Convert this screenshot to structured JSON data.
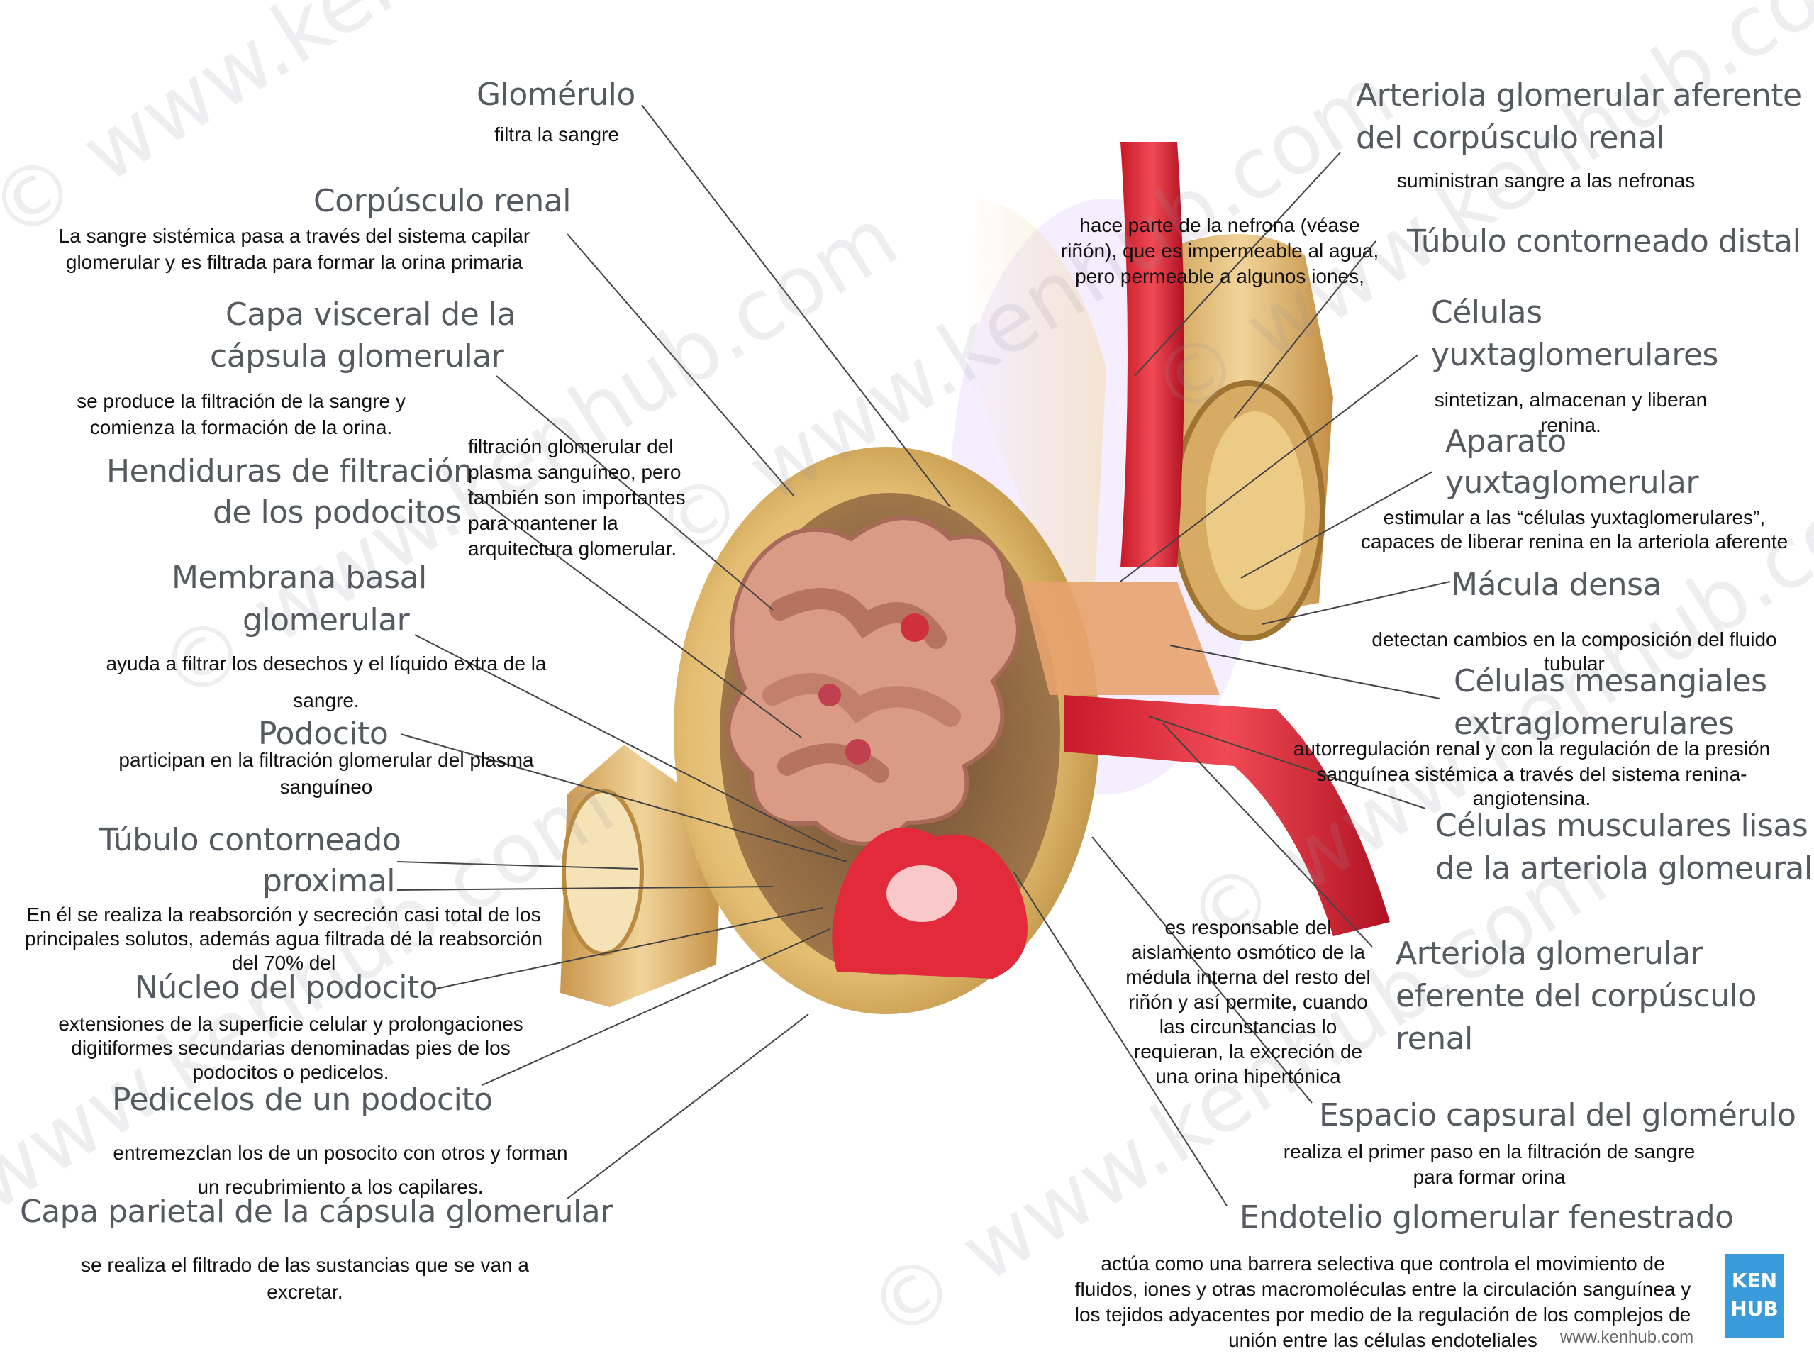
{
  "watermark": "© www.kenhub.com",
  "brand": {
    "logo_line1": "KEN",
    "logo_line2": "HUB",
    "url": "www.kenhub.com"
  },
  "labels": {
    "glomerulo": {
      "title": "Glomérulo",
      "desc": "filtra la sangre"
    },
    "corpusculo": {
      "title": "Corpúsculo renal",
      "desc_1": "La sangre sistémica pasa a través del sistema capilar",
      "desc_2": "glomerular y es filtrada para formar la orina primaria"
    },
    "capa_visceral": {
      "title_1": "Capa visceral de la",
      "title_2": "cápsula glomerular",
      "desc_1": "se produce la filtración de la sangre y",
      "desc_2": "comienza la formación de la orina."
    },
    "hendiduras": {
      "title_1": "Hendiduras de filtración",
      "title_2": "de los podocitos",
      "desc_1": "filtración glomerular del",
      "desc_2": "plasma sanguíneo, pero",
      "desc_3": "también son importantes",
      "desc_4": "para mantener la",
      "desc_5": "arquitectura glomerular."
    },
    "membrana": {
      "title_1": "Membrana basal",
      "title_2": "glomerular",
      "desc_1": "ayuda a filtrar los desechos y el líquido extra de la",
      "desc_2": "sangre."
    },
    "podocito": {
      "title": "Podocito",
      "desc_1": "participan en la filtración glomerular del plasma",
      "desc_2": "sanguíneo"
    },
    "tubulo_proximal": {
      "title_1": "Túbulo contorneado",
      "title_2": "proximal",
      "desc_1": "En él se realiza la reabsorción y secreción casi total de los",
      "desc_2": "principales solutos, además agua filtrada dé la reabsorción",
      "desc_3": "del 70% del"
    },
    "nucleo": {
      "title": "Núcleo del podocito",
      "desc_1": "extensiones de la superficie celular y prolongaciones",
      "desc_2": "digitiformes secundarias denominadas pies de los",
      "desc_3": "podocitos o pedicelos."
    },
    "pedicelos": {
      "title": "Pedicelos de un podocito",
      "desc_1": "entremezclan los de un posocito con otros y forman",
      "desc_2": "un recubrimiento a los capilares."
    },
    "capa_parietal": {
      "title": "Capa parietal de la cápsula glomerular",
      "desc_1": "se realiza el filtrado de las sustancias que se van a",
      "desc_2": "excretar."
    },
    "arteriola_aferente": {
      "title_1": "Arteriola glomerular aferente",
      "title_2": "del corpúsculo renal",
      "desc": "suministran sangre a las nefronas"
    },
    "tubulo_distal": {
      "title": "Túbulo contorneado distal",
      "desc_1": "hace parte de la nefrona (véase",
      "desc_2": "riñón), que es impermeable al agua,",
      "desc_3": "pero permeable a algunos iones,"
    },
    "yuxta_celulas": {
      "title_1": "Células",
      "title_2": "yuxtaglomerulares",
      "desc_1": "sintetizan, almacenan y liberan",
      "desc_2": "renina."
    },
    "aparato": {
      "title_1": "Aparato",
      "title_2": "yuxtaglomerular",
      "desc_1": "estimular a las “células yuxtaglomerulares”,",
      "desc_2": "capaces de liberar renina en la arteriola aferente"
    },
    "macula": {
      "title": "Mácula densa",
      "desc_1": "detectan cambios en la composición del fluido",
      "desc_2": "tubular"
    },
    "mesangiales": {
      "title_1": "Células mesangiales",
      "title_2": "extraglomerulares",
      "desc_1": "autorregulación renal y con la regulación de la presión",
      "desc_2": "sanguínea sistémica a través del sistema renina-",
      "desc_3": "angiotensina."
    },
    "musculares": {
      "title_1": "Células musculares lisas",
      "title_2": "de la arteriola glomeural"
    },
    "eferente": {
      "title_1": "Arteriola glomerular",
      "title_2": "eferente del corpúsculo",
      "title_3": "renal",
      "desc_1": "es responsable del",
      "desc_2": "aislamiento osmótico de la",
      "desc_3": "médula interna del resto del",
      "desc_4": "riñón y así permite, cuando",
      "desc_5": "las circunstancias lo",
      "desc_6": "requieran, la excreción de",
      "desc_7": "una orina hipertónica"
    },
    "espacio": {
      "title": "Espacio capsural del glomérulo",
      "desc_1": "realiza el primer paso en la filtración de sangre",
      "desc_2": "para formar orina"
    },
    "endotelio": {
      "title": "Endotelio glomerular fenestrado",
      "desc_1": "actúa como una barrera selectiva que controla el movimiento de",
      "desc_2": "fluidos, iones y otras macromoléculas entre la circulación sanguínea y",
      "desc_3": "los tejidos adyacentes por medio de la regulación de los complejos de",
      "desc_4": "unión entre las células endoteliales"
    }
  }
}
